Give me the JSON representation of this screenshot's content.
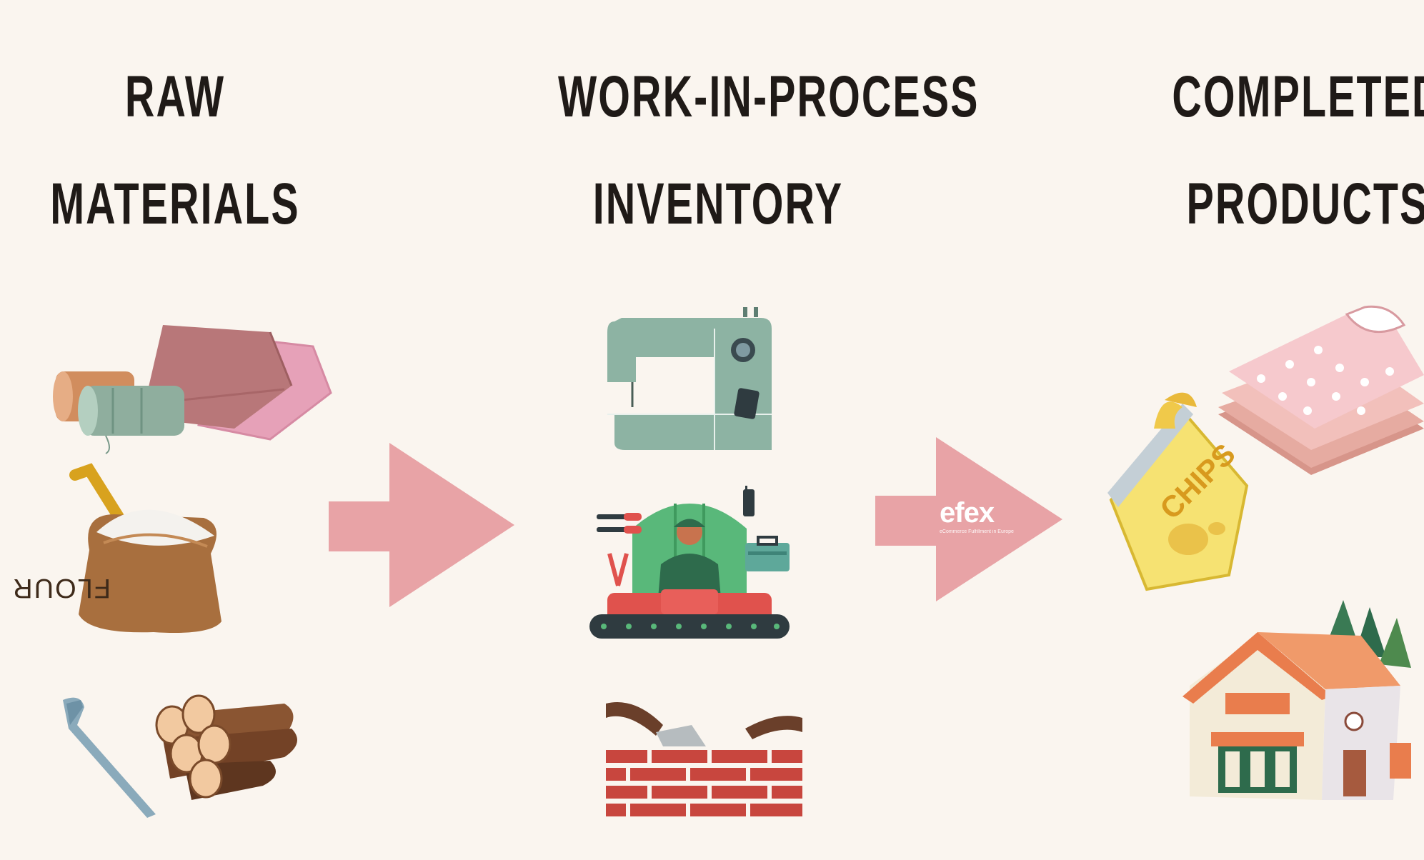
{
  "stages": [
    {
      "id": "raw",
      "line1": "RAW",
      "line2": "MATERIALS",
      "items": [
        "fabric-and-thread-icon",
        "flour-sack-icon",
        "wood-logs-and-nail-icon"
      ]
    },
    {
      "id": "wip",
      "line1": "WORK-IN-PROCESS",
      "line2": "INVENTORY",
      "items": [
        "sewing-machine-icon",
        "factory-worker-icon",
        "bricklaying-icon"
      ]
    },
    {
      "id": "done",
      "line1": "COMPLETED",
      "line2": "PRODUCTS",
      "items": [
        "folded-clothes-icon",
        "chips-bag-icon",
        "house-icon"
      ]
    }
  ],
  "flour_label": "FLOUR",
  "chips_label": "CHIPS",
  "watermark": {
    "brand": "efex",
    "tagline": "eCommerce Fulfillment in Europe"
  },
  "colors": {
    "background": "#faf5ef",
    "arrow": "#e8a3a6",
    "heading": "#1f1a17"
  }
}
